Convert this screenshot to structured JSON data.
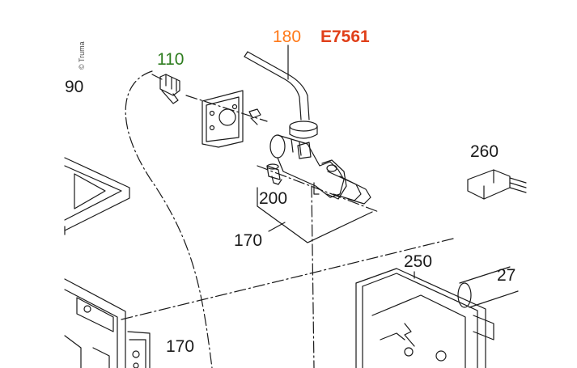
{
  "brand": {
    "copyright": "© Truma"
  },
  "callouts": {
    "main_part_number": "180",
    "main_part_code": "E7561",
    "part_110": "110",
    "part_90": "90",
    "part_200": "200",
    "part_170_top": "170",
    "part_170_bottom": "170",
    "part_260": "260",
    "part_250": "250",
    "part_27x": "27"
  },
  "colors": {
    "highlight_number": "#ff7a1a",
    "highlight_code": "#e0401a",
    "green_number": "#2e7d1f",
    "line": "#1a1a1a"
  }
}
